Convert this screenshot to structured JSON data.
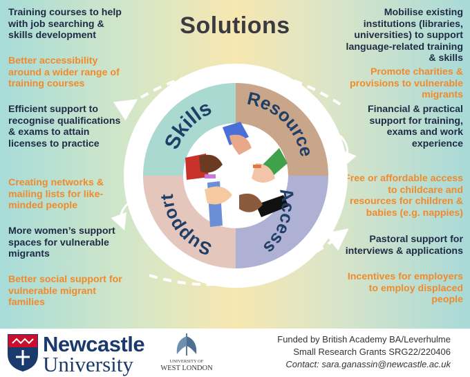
{
  "title": "Solutions",
  "segments": {
    "skills": {
      "label": "Skills",
      "color": "#a9d9d1"
    },
    "resource": {
      "label": "Resource",
      "color": "#c9a58a"
    },
    "access": {
      "label": "Access",
      "color": "#aeb1d4"
    },
    "support": {
      "label": "Support",
      "color": "#e4c6bd"
    }
  },
  "left": [
    {
      "text": "Training courses to help with job searching & skills development",
      "color": "navy"
    },
    {
      "text": "Better accessibility around a wider range of training courses",
      "color": "orange"
    },
    {
      "text": "Efficient support to recognise qualifications & exams to attain licenses to practice",
      "color": "navy"
    },
    {
      "text": "Creating networks & mailing lists for like-minded people",
      "color": "orange"
    },
    {
      "text": "More women’s support spaces for vulnerable migrants",
      "color": "navy"
    },
    {
      "text": "Better social support for vulnerable migrant families",
      "color": "orange"
    }
  ],
  "right": [
    {
      "text": "Mobilise existing institutions (libraries, universities) to support language-related training & skills",
      "color": "navy"
    },
    {
      "text": "Promote charities & provisions to vulnerable migrants",
      "color": "orange"
    },
    {
      "text": "Financial & practical support for training, exams and work experience",
      "color": "navy"
    },
    {
      "text": "Free or affordable access to childcare and resources for children & babies (e.g. nappies)",
      "color": "orange"
    },
    {
      "text": "Pastoral support for interviews & applications",
      "color": "navy"
    },
    {
      "text": "Incentives for employers to employ displaced people",
      "color": "orange"
    }
  ],
  "footer": {
    "funding_line1": "Funded by British Academy BA/Leverhulme",
    "funding_line2": "Small Research Grants SRG22/220406",
    "contact": "Contact: sara.ganassin@newcastle.ac.uk",
    "nu_line1": "Newcastle",
    "nu_line2": "University",
    "uwl_small": "UNIVERSITY OF",
    "uwl_big": "WEST LONDON"
  },
  "colors": {
    "navy": "#1f2a44",
    "orange": "#f08a2c",
    "nu_blue": "#1a3a6e",
    "nu_red": "#c8102e"
  }
}
